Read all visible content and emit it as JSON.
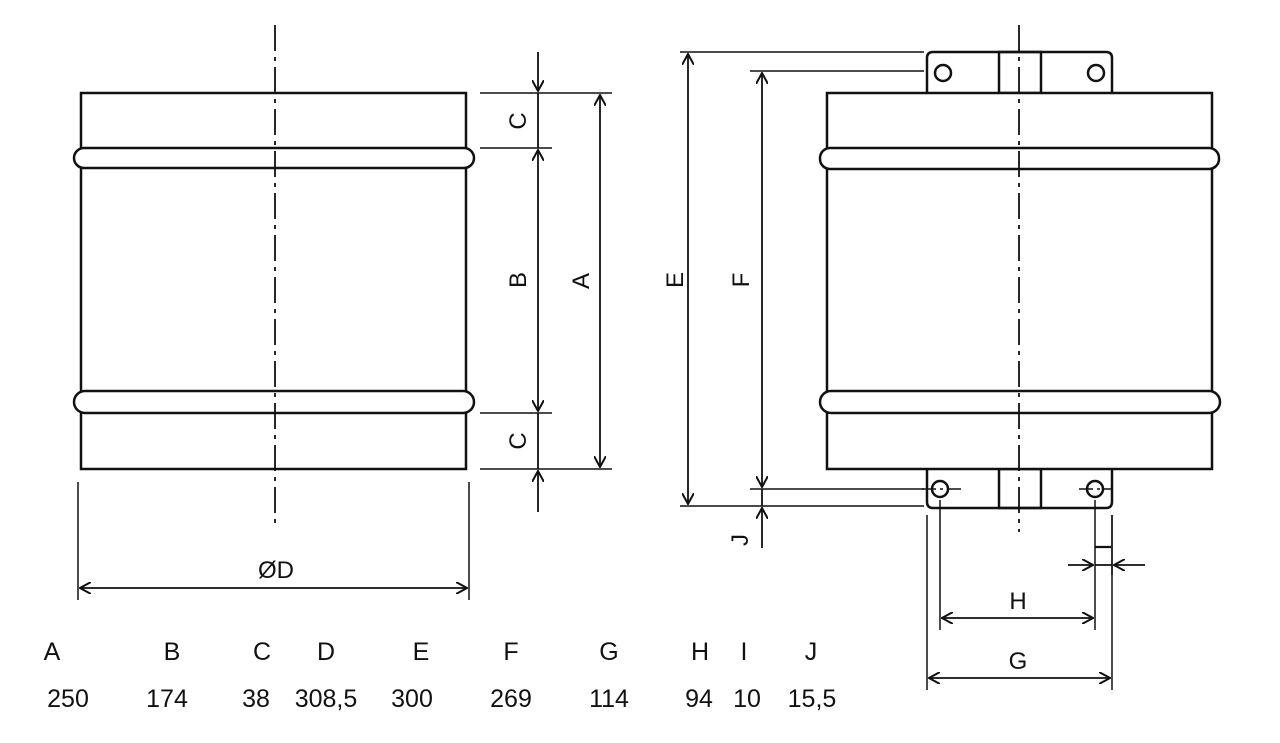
{
  "labels": {
    "A": "A",
    "B": "B",
    "C_top": "C",
    "C_bottom": "C",
    "D": "ØD",
    "E": "E",
    "F": "F",
    "G": "G",
    "H": "H",
    "I": "I",
    "J": "J"
  },
  "table": {
    "headers": [
      "A",
      "B",
      "C",
      "D",
      "E",
      "F",
      "G",
      "H",
      "I",
      "J"
    ],
    "values": [
      "250",
      "174",
      "38",
      "308,5",
      "300",
      "269",
      "114",
      "94",
      "10",
      "15,5"
    ]
  },
  "colors": {
    "line": "#111111",
    "background": "#ffffff"
  }
}
